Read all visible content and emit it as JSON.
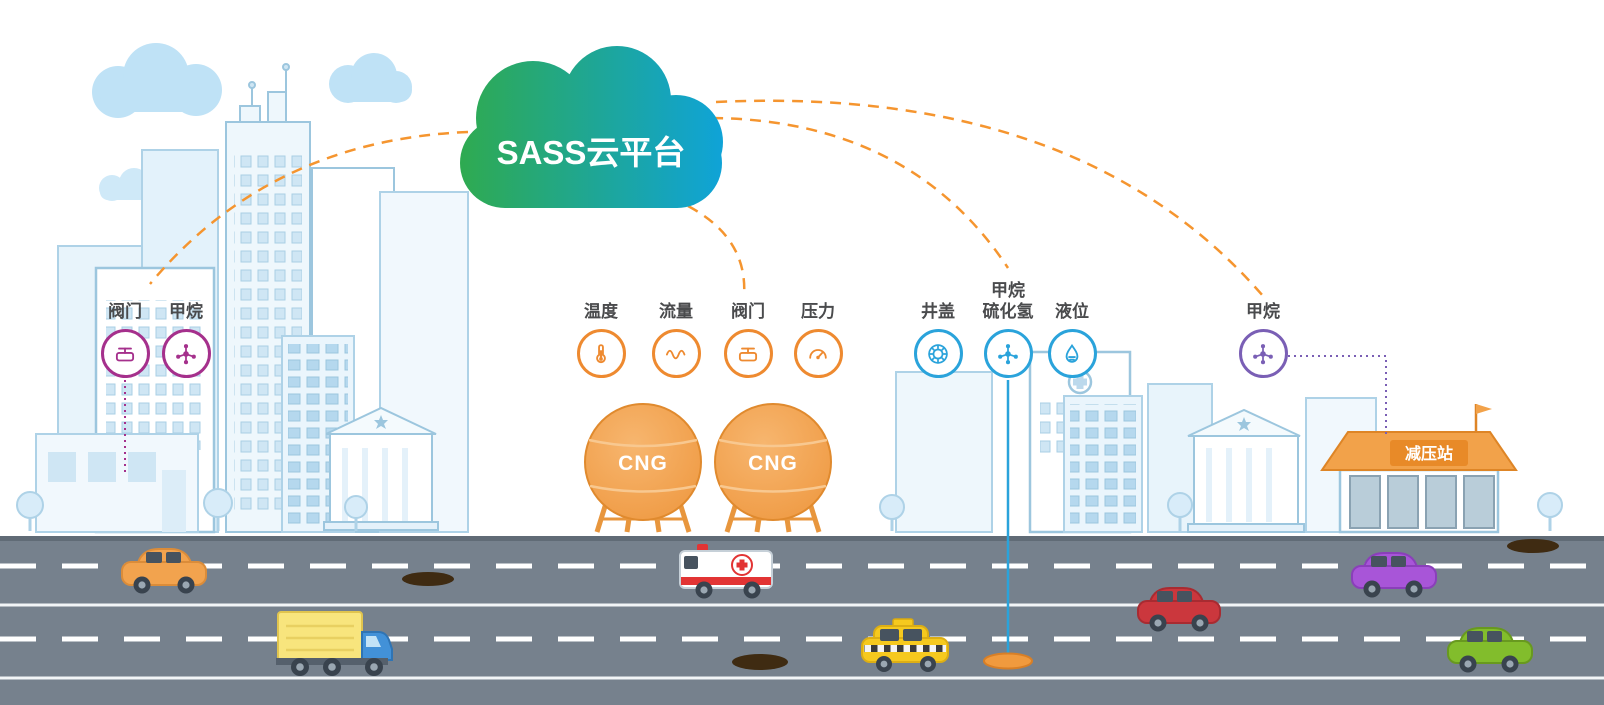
{
  "cloud": {
    "label": "SASS云平台"
  },
  "sensor_groups": [
    {
      "name": "city-building-sensors",
      "color": "#a5308c",
      "sensors": [
        {
          "label": "阀门",
          "icon": "valve-icon"
        },
        {
          "label": "甲烷",
          "icon": "methane-molecule-icon"
        }
      ]
    },
    {
      "name": "cng-tank-sensors",
      "color": "#ee8a30",
      "sensors": [
        {
          "label": "温度",
          "icon": "temperature-icon"
        },
        {
          "label": "流量",
          "icon": "flow-icon"
        },
        {
          "label": "阀门",
          "icon": "valve-icon"
        },
        {
          "label": "压力",
          "icon": "pressure-gauge-icon"
        }
      ]
    },
    {
      "name": "street-sensors",
      "color": "#2aa3db",
      "sensors": [
        {
          "label": "井盖",
          "icon": "manhole-icon"
        },
        {
          "label": "甲烷",
          "label2": "硫化氢",
          "icon": "gas-molecule-icon"
        },
        {
          "label": "液位",
          "icon": "liquid-level-icon"
        }
      ]
    },
    {
      "name": "station-sensors",
      "color": "#7a5fb5",
      "sensors": [
        {
          "label": "甲烷",
          "icon": "methane-molecule-icon"
        }
      ]
    }
  ],
  "tanks": [
    {
      "label": "CNG"
    },
    {
      "label": "CNG"
    }
  ],
  "station": {
    "label": "减压站"
  },
  "colors": {
    "cloud_gradient_start": "#2faa4f",
    "cloud_gradient_end": "#0fa3d8",
    "connection_dashed": "#f5952f",
    "group_magenta": "#a5308c",
    "group_orange": "#ee8a30",
    "group_blue": "#2aa3db",
    "group_violet": "#7a5fb5",
    "road": "#76818d",
    "tank_orange": "#f2a24a"
  }
}
